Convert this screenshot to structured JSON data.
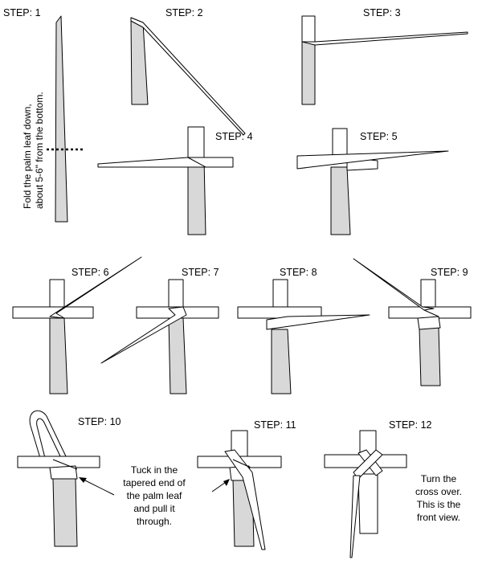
{
  "steps": {
    "s1": "STEP: 1",
    "s2": "STEP: 2",
    "s3": "STEP: 3",
    "s4": "STEP: 4",
    "s5": "STEP: 5",
    "s6": "STEP: 6",
    "s7": "STEP: 7",
    "s8": "STEP: 8",
    "s9": "STEP: 9",
    "s10": "STEP: 10",
    "s11": "STEP: 11",
    "s12": "STEP: 12"
  },
  "notes": {
    "fold_1": "Fold the palm leaf down,",
    "fold_2": "about 5-6\" from the bottom.",
    "tuck_1": "Tuck in the",
    "tuck_2": "tapered end of",
    "tuck_3": "the palm leaf",
    "tuck_4": "and pull it",
    "tuck_5": "through.",
    "turn_1": "Turn the",
    "turn_2": "cross over.",
    "turn_3": "This is the",
    "turn_4": "front view."
  }
}
